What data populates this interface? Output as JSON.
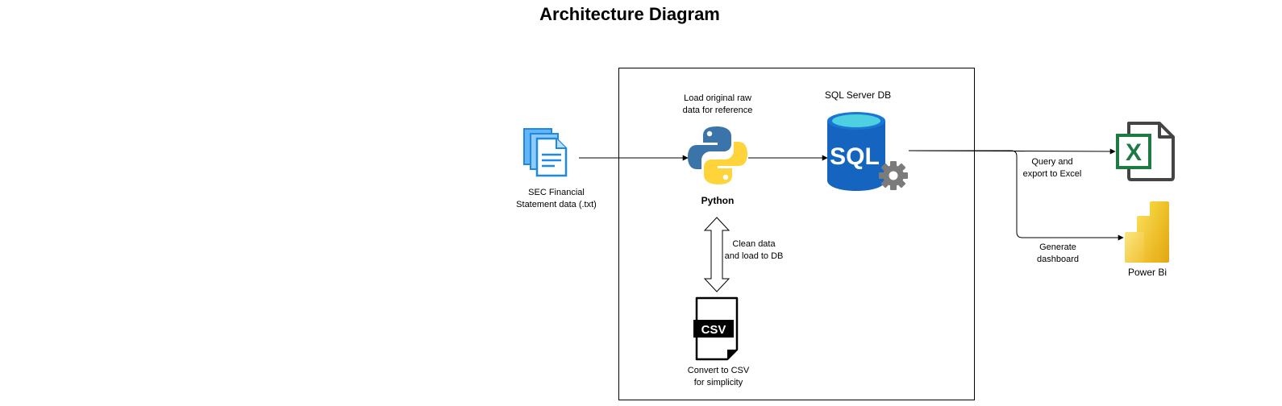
{
  "title": "Architecture Diagram",
  "nodes": {
    "sec_data": {
      "label_line1": "SEC Financial",
      "label_line2": "Statement data (.txt)"
    },
    "python": {
      "caption_line1": "Load original raw",
      "caption_line2": "data for reference",
      "label": "Python"
    },
    "sql_server": {
      "label": "SQL Server DB",
      "icon_text": "SQL"
    },
    "csv": {
      "icon_text": "CSV",
      "label_line1": "Convert to CSV",
      "label_line2": "for simplicity"
    },
    "excel": {
      "icon_text": "X"
    },
    "power_bi": {
      "label": "Power Bi"
    }
  },
  "edges": {
    "clean_load": {
      "label_line1": "Clean data",
      "label_line2": "and load to DB"
    },
    "query_export": {
      "label_line1": "Query and",
      "label_line2": "export to Excel"
    },
    "generate_dashboard": {
      "label_line1": "Generate",
      "label_line2": "dashboard"
    }
  },
  "colors": {
    "document_blue": "#1e88e5",
    "document_light": "#64b5f6",
    "python_blue": "#3a74a8",
    "python_yellow": "#ffd43b",
    "sql_blue": "#1565c0",
    "sql_cyan": "#4dd0e1",
    "gear_gray": "#7b7b7b",
    "excel_green": "#1d7a43",
    "excel_gray": "#444444",
    "powerbi_yellow": "#f2c811",
    "powerbi_orange": "#e8a317"
  }
}
